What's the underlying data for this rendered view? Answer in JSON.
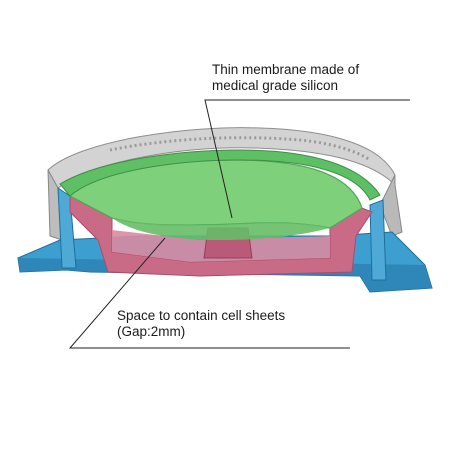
{
  "diagram": {
    "callouts": [
      {
        "lines": [
          "Thin membrane made of",
          "medical grade silicon"
        ]
      },
      {
        "lines": [
          "Space to contain cell sheets",
          "(Gap:2mm)"
        ]
      }
    ],
    "colors": {
      "background": "#ffffff",
      "membrane_green": "#7fd07a",
      "membrane_green_dark": "#4fa85a",
      "chamber_pink": "#c96a86",
      "chamber_pink_dark": "#a94d6a",
      "base_blue": "#3d9fd0",
      "base_blue_dark": "#1f6e9d",
      "housing_gray": "#c8c8c8",
      "housing_gray_dark": "#8e8e8e",
      "leader_line": "#222222"
    }
  }
}
